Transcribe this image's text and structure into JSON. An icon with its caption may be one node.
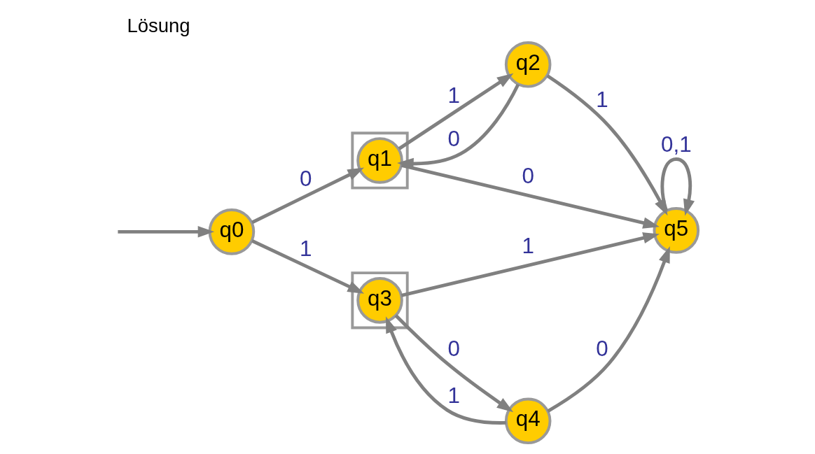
{
  "diagram": {
    "title": "Lösung",
    "nodes": [
      {
        "text": [
          "q0"
        ]
      },
      {
        "text": [],
        "shape": "box"
      },
      {
        "text": [
          "q1"
        ],
        "in": 1
      },
      {
        "text": [
          "q2"
        ]
      },
      {
        "text": [
          "q5"
        ]
      },
      {
        "text": [],
        "shape": "box"
      },
      {
        "text": [
          "q3"
        ],
        "in": 5
      },
      {
        "text": [
          "q4"
        ]
      }
    ],
    "edges": [
      {
        "from": null,
        "to": 0,
        "arrow": "to"
      },
      {
        "from": 0,
        "to": 2,
        "arrow": "to",
        "label": "0"
      },
      {
        "from": 0,
        "to": 6,
        "arrow": "to",
        "label": "1"
      },
      {
        "from": 2,
        "to": 3,
        "arrow": "to",
        "label": "1"
      },
      {
        "from": 3,
        "to": 2,
        "arrow": "to",
        "label": "0"
      },
      {
        "from": 2,
        "to": 4,
        "arrow": "to",
        "label": "0"
      },
      {
        "from": 3,
        "to": 4,
        "arrow": "to",
        "label": "1"
      },
      {
        "from": 6,
        "to": 7,
        "arrow": "to",
        "label": "0"
      },
      {
        "from": 7,
        "to": 6,
        "arrow": "to",
        "label": "1"
      },
      {
        "from": 7,
        "to": 4,
        "arrow": "to",
        "label": "0"
      },
      {
        "from": 6,
        "to": 4,
        "arrow": "to",
        "label": "1"
      },
      {
        "from": 4,
        "to": 4,
        "arrow": "to",
        "label": "0,1"
      }
    ]
  }
}
